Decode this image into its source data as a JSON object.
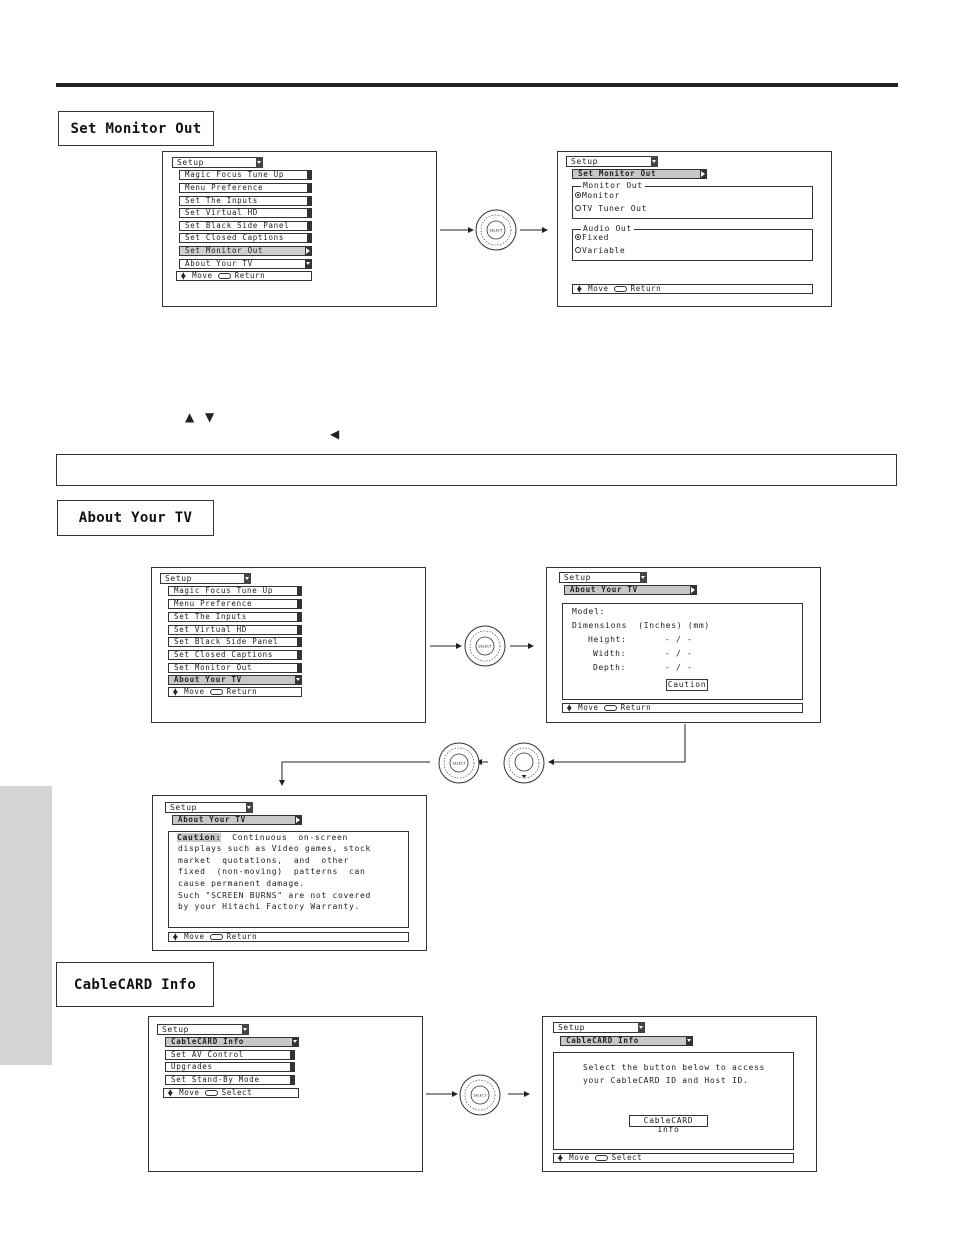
{
  "sections": {
    "monitor_out": "Set Monitor Out",
    "about_tv": "About Your TV",
    "cablecard": "CableCARD Info"
  },
  "menu": {
    "setup": "Setup",
    "items": [
      "Magic Focus Tune Up",
      "Menu Preference",
      "Set The Inputs",
      "Set Virtual HD",
      "Set Black Side Panel",
      "Set Closed Captions",
      "Set Monitor Out",
      "About Your TV"
    ],
    "move": "Move",
    "return": "Return",
    "select": "Select"
  },
  "monitor_screen": {
    "title": "Set Monitor Out",
    "monitor_out_label": "Monitor Out",
    "monitor_opts": [
      "Monitor",
      "TV Tuner Out"
    ],
    "audio_out_label": "Audio Out",
    "audio_opts": [
      "Fixed",
      "Variable"
    ]
  },
  "about_screen": {
    "title": "About Your TV",
    "model": "Model:",
    "dimensions": "Dimensions  (Inches) (mm)",
    "height": "Height:",
    "width": "Width:",
    "depth": "Depth:",
    "dash": "- / -",
    "caution_btn": "Caution"
  },
  "caution_screen": {
    "caution_label": "Caution:",
    "line1": "  Continuous  on-screen",
    "lines": [
      "displays such as Video games, stock",
      "market  quotations,  and  other",
      "fixed  (non-moving)  patterns  can",
      "cause permanent damage.",
      "Such \"SCREEN BURNS\" are not covered",
      "by your Hitachi Factory Warranty."
    ]
  },
  "cable_menu": {
    "items": [
      "CableCARD Info",
      "Set AV Control",
      "Upgrades",
      "Set Stand-By Mode"
    ]
  },
  "cable_screen": {
    "title": "CableCARD Info",
    "line1": "Select the button below to access",
    "line2": "your CableCARD ID and Host ID.",
    "btn": "CableCARD Info"
  },
  "remote_label": "SELECT",
  "glyphs": {
    "up": "▲",
    "down": "▼",
    "left": "◀"
  }
}
